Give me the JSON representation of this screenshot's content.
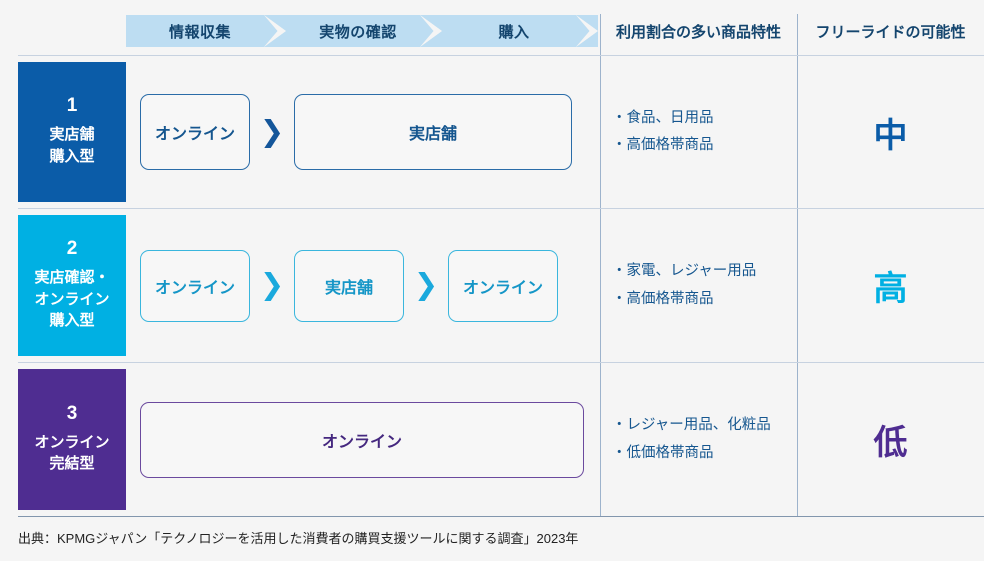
{
  "header": {
    "stages": [
      "情報収集",
      "実物の確認",
      "購入"
    ],
    "characteristics_label": "利用割合の多い商品特性",
    "freeride_label": "フリーライドの可能性"
  },
  "rows": [
    {
      "number": "1",
      "name": "実店舗\n購入型",
      "name_line1": "実店舗",
      "name_line2": "購入型",
      "color": "#0b5ca8",
      "flow": [
        "オンライン",
        "実店舗"
      ],
      "characteristics": [
        "食品、日用品",
        "高価格帯商品"
      ],
      "rating": "中"
    },
    {
      "number": "2",
      "name": "実店確認・オンライン購入型",
      "name_line1": "実店確認・",
      "name_line2": "オンライン",
      "name_line3": "購入型",
      "color": "#00b0e3",
      "flow": [
        "オンライン",
        "実店舗",
        "オンライン"
      ],
      "characteristics": [
        "家電、レジャー用品",
        "高価格帯商品"
      ],
      "rating": "高"
    },
    {
      "number": "3",
      "name": "オンライン完結型",
      "name_line1": "オンライン",
      "name_line2": "完結型",
      "color": "#4f2d91",
      "flow": [
        "オンライン"
      ],
      "characteristics": [
        "レジャー用品、化粧品",
        "低価格帯商品"
      ],
      "rating": "低"
    }
  ],
  "source": "出典：KPMGジャパン「テクノロジーを活用した消費者の購買支援ツールに関する調査」2023年",
  "colors": {
    "background": "#f5f5f5",
    "header_band": "#bdddf2",
    "header_text": "#14456e",
    "gridline": "#9db3cc",
    "row1": "#0b5ca8",
    "row2": "#00b0e3",
    "row3": "#4f2d91"
  },
  "icons": {
    "arrow": "❯"
  }
}
